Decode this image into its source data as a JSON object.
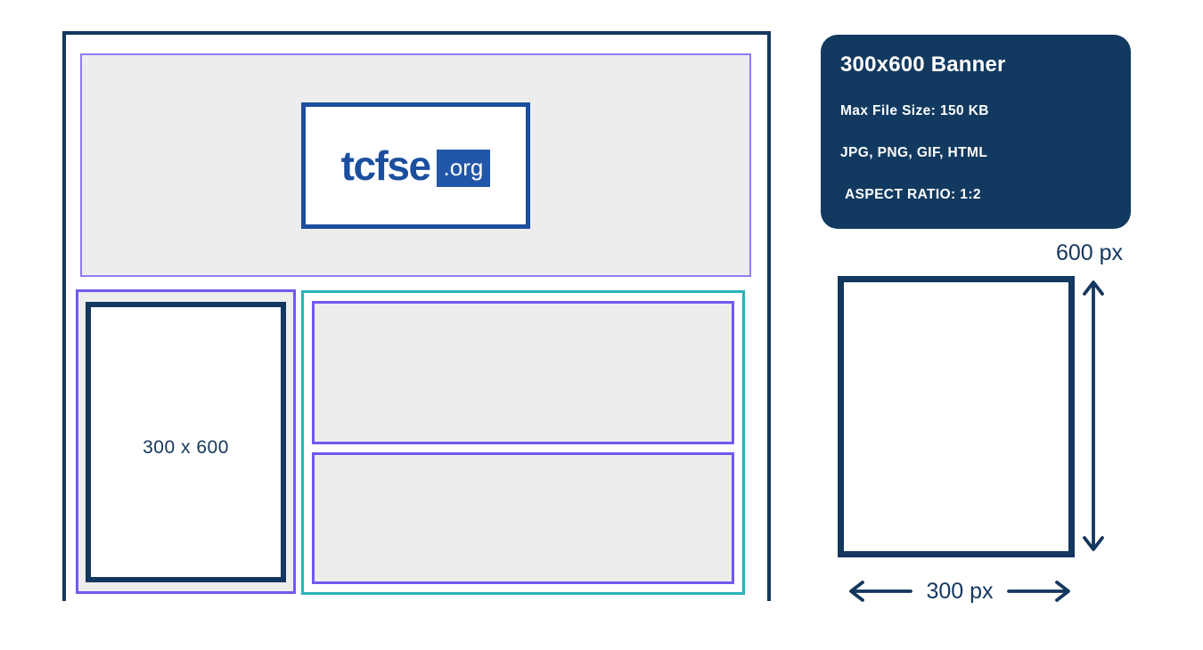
{
  "wireframe": {
    "ad_slot_label": "300 x 600"
  },
  "logo": {
    "wordmark": "tcfse",
    "tld": ".org"
  },
  "spec_card": {
    "title": "300x600 Banner",
    "max_file_size": "Max File Size: 150 KB",
    "formats": "JPG, PNG, GIF, HTML",
    "aspect_ratio": "ASPECT RATIO: 1:2"
  },
  "dimension_diagram": {
    "height_label": "600 px",
    "width_label": "300 px"
  },
  "colors": {
    "navy": "#14375E",
    "card_navy": "#123A60",
    "logo_blue": "#1B4F9E",
    "badge_blue": "#2156A8",
    "header_purple": "#8F7DF2",
    "accent_purple": "#7159F1",
    "teal": "#29B2BA",
    "placeholder_gray": "#EDEDED"
  }
}
